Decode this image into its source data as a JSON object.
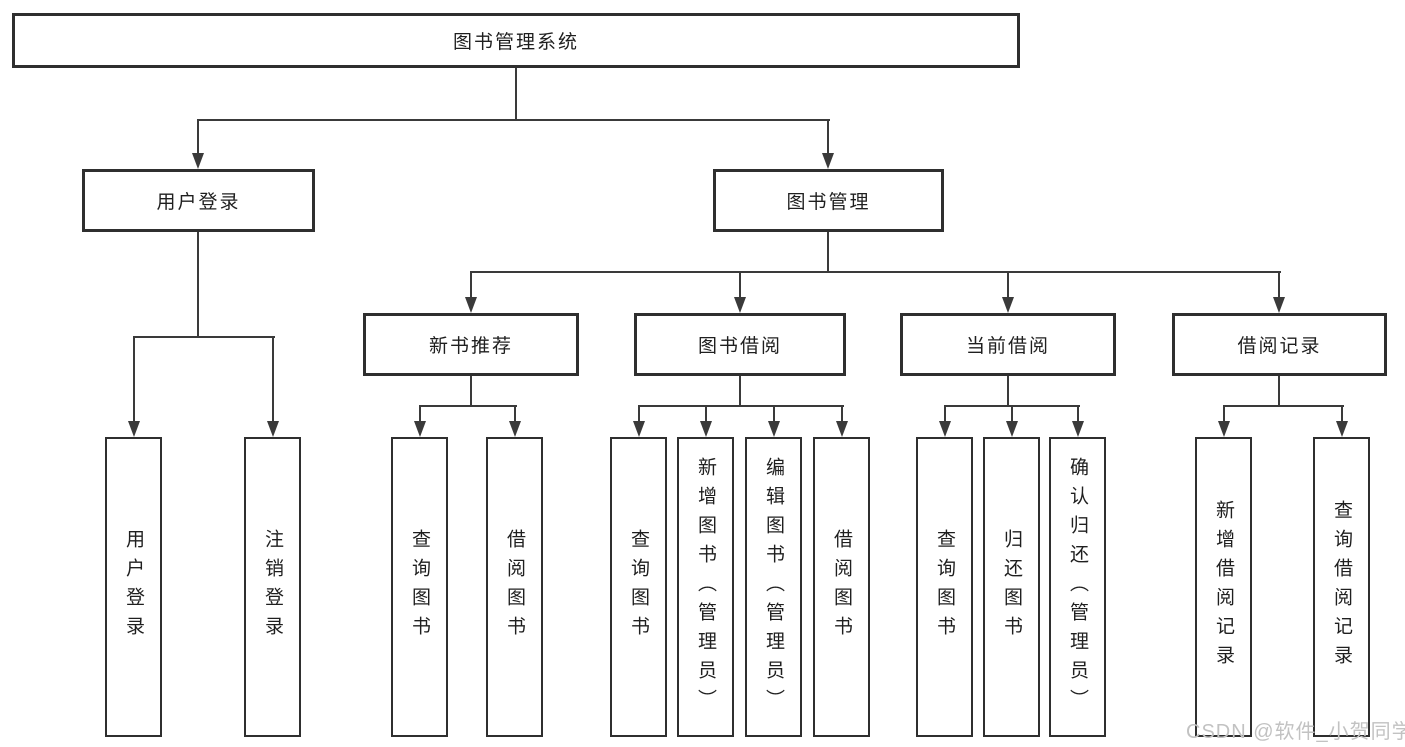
{
  "tree": {
    "root": "图书管理系统",
    "children": [
      {
        "label": "用户登录",
        "children": [
          {
            "label": "用户登录"
          },
          {
            "label": "注销登录"
          }
        ]
      },
      {
        "label": "图书管理",
        "children": [
          {
            "label": "新书推荐",
            "children": [
              {
                "label": "查询图书"
              },
              {
                "label": "借阅图书"
              }
            ]
          },
          {
            "label": "图书借阅",
            "children": [
              {
                "label": "查询图书"
              },
              {
                "label": "新增图书（管理员）"
              },
              {
                "label": "编辑图书（管理员）"
              },
              {
                "label": "借阅图书"
              }
            ]
          },
          {
            "label": "当前借阅",
            "children": [
              {
                "label": "查询图书"
              },
              {
                "label": "归还图书"
              },
              {
                "label": "确认归还（管理员）"
              }
            ]
          },
          {
            "label": "借阅记录",
            "children": [
              {
                "label": "新增借阅记录"
              },
              {
                "label": "查询借阅记录"
              }
            ]
          }
        ]
      }
    ]
  },
  "watermark": {
    "text": "CSDN @软件_小贺同学"
  },
  "colors": {
    "line": "#3a3a3a",
    "box_border": "#2f2f2f",
    "text": "#1f1f1f",
    "watermark": "#c2c2c2",
    "background": "#ffffff"
  }
}
